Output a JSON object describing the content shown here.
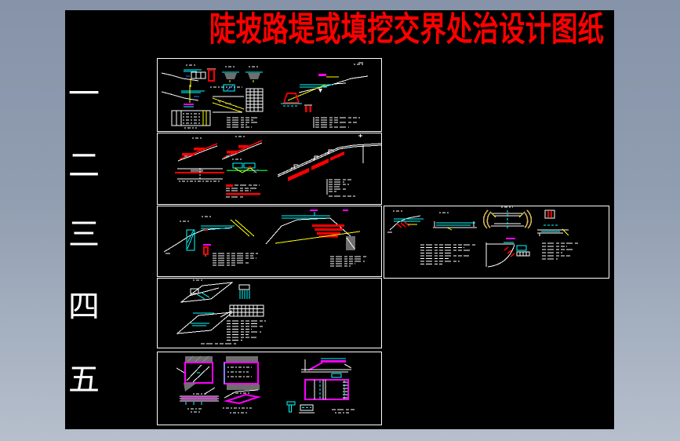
{
  "window": {
    "kind": "cad-drawing-preview",
    "frame_color_top": "#8693a9",
    "frame_color_bottom": "#b6bfcc",
    "canvas_color": "#000000"
  },
  "title": {
    "text": "陡坡路堤或填挖交界处治设计图纸",
    "color": "#ff0000"
  },
  "row_labels": [
    "一",
    "二",
    "三",
    "四",
    "五"
  ],
  "panels": [
    {
      "id": "sheet-1",
      "row": "一",
      "description": "fill-cut transition sections, tables and notes"
    },
    {
      "id": "sheet-2",
      "row": "二",
      "description": "benched slope with red excavation steps"
    },
    {
      "id": "sheet-3-left",
      "row": "三",
      "description": "embankment with retaining wall and red benches"
    },
    {
      "id": "sheet-3-right",
      "row": "三",
      "description": "culvert headwall, wingwall and roadbed details"
    },
    {
      "id": "sheet-4",
      "row": "四",
      "description": "plan views, table and notes"
    },
    {
      "id": "sheet-5",
      "row": "五",
      "description": "geogrid reinforcement details"
    }
  ],
  "colors": {
    "white": "#ffffff",
    "cyan": "#00ffff",
    "yellow": "#ffff00",
    "red": "#ff0000",
    "magenta": "#ff00ff",
    "green": "#00cc33",
    "gray": "#6e6e6e",
    "tan": "#d2b45a"
  }
}
